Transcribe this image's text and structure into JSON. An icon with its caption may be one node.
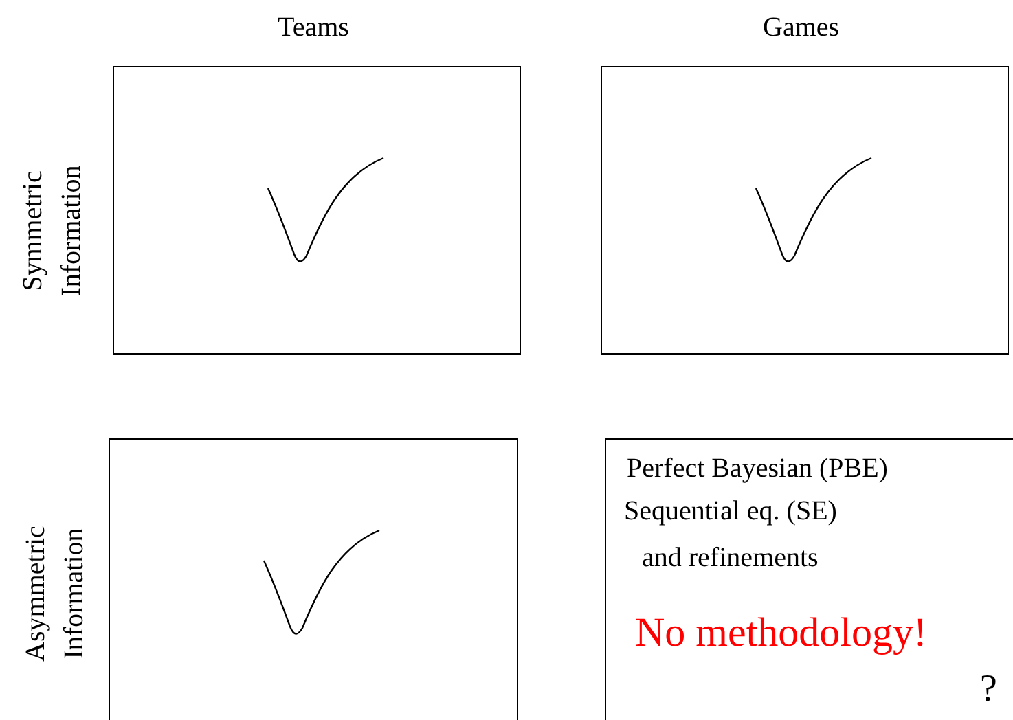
{
  "diagram": {
    "nodes": [
      {
        "text": [],
        "shape": "box"
      },
      {
        "text": [],
        "shape": "box"
      },
      {
        "text": [],
        "shape": "box"
      },
      {
        "text": [
          "Perfect Bayesian (PBE)",
          "Sequential eq. (SE)",
          "and refinements",
          "No methodology!",
          "?"
        ]
      }
    ],
    "labels": [
      "Teams",
      "Games",
      "Symmetric Information",
      "Asymmetric Information"
    ]
  }
}
